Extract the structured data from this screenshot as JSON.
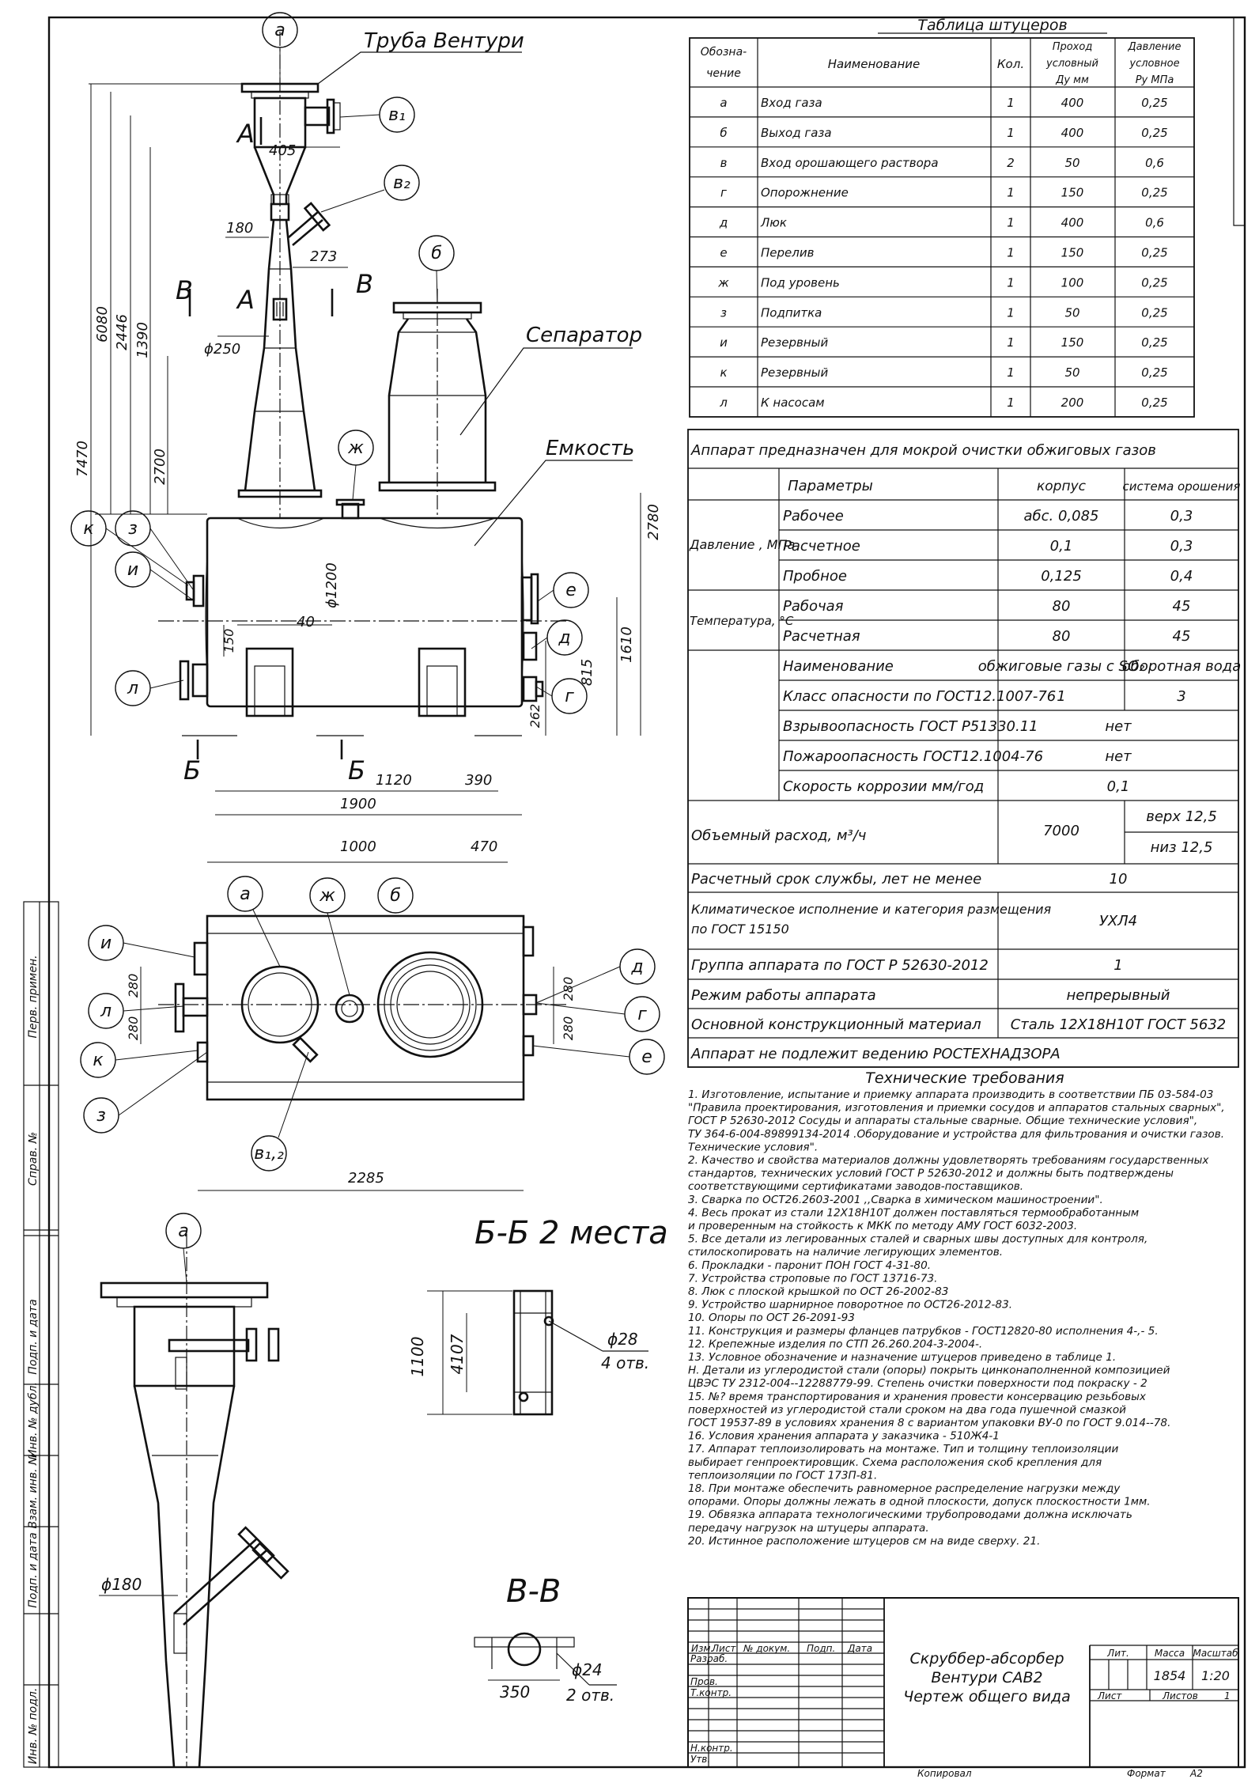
{
  "fittings_table": {
    "title": "Таблица штуцеров",
    "headers": {
      "designation": "Обозна-\nчение",
      "name": "Наименование",
      "qty": "Кол.",
      "dn": "Проход\nусловный\nДу мм",
      "pn": "Давление\nусловное\nРу МПа"
    },
    "rows": [
      {
        "d": "а",
        "name": "Вход газа",
        "qty": "1",
        "dn": "400",
        "pn": "0,25"
      },
      {
        "d": "б",
        "name": "Выход газа",
        "qty": "1",
        "dn": "400",
        "pn": "0,25"
      },
      {
        "d": "в",
        "name": "Вход орошающего раствора",
        "qty": "2",
        "dn": "50",
        "pn": "0,6"
      },
      {
        "d": "г",
        "name": "Опорожнение",
        "qty": "1",
        "dn": "150",
        "pn": "0,25"
      },
      {
        "d": "д",
        "name": "Люк",
        "qty": "1",
        "dn": "400",
        "pn": "0,6"
      },
      {
        "d": "е",
        "name": "Перелив",
        "qty": "1",
        "dn": "150",
        "pn": "0,25"
      },
      {
        "d": "ж",
        "name": "Под уровень",
        "qty": "1",
        "dn": "100",
        "pn": "0,25"
      },
      {
        "d": "з",
        "name": "Подпитка",
        "qty": "1",
        "dn": "50",
        "pn": "0,25"
      },
      {
        "d": "и",
        "name": "Резервный",
        "qty": "1",
        "dn": "150",
        "pn": "0,25"
      },
      {
        "d": "к",
        "name": "Резервный",
        "qty": "1",
        "dn": "50",
        "pn": "0,25"
      },
      {
        "d": "л",
        "name": "К насосам",
        "qty": "1",
        "dn": "200",
        "pn": "0,25"
      }
    ]
  },
  "params_table": {
    "purpose": "Аппарат предназначен для мокрой очистки обжиговых газов",
    "h_params": "Параметры",
    "h_body": "корпус",
    "h_irrig": "система орошения",
    "pressure_label": "Давление , МПа",
    "pressure_rows": [
      {
        "name": "Рабочее",
        "body": "абс. 0,085",
        "irrig": "0,3"
      },
      {
        "name": "Расчетное",
        "body": "0,1",
        "irrig": "0,3"
      },
      {
        "name": "Пробное",
        "body": "0,125",
        "irrig": "0,4"
      }
    ],
    "temp_label": "Температура, °С",
    "temp_rows": [
      {
        "name": "Рабочая",
        "body": "80",
        "irrig": "45"
      },
      {
        "name": "Расчетная",
        "body": "80",
        "irrig": "45"
      }
    ],
    "medium_rows": [
      {
        "name": "Наименование",
        "body": "обжиговые газы с SO₂",
        "irrig": "оборотная вода"
      },
      {
        "name": "Класс опасности по ГОСТ12.1007-76",
        "body": "1",
        "irrig": "3"
      }
    ],
    "medium_merged": [
      {
        "name": "Взрывоопасность ГОСТ Р51330.11",
        "value": "нет"
      },
      {
        "name": "Пожароопасность ГОСТ12.1004-76",
        "value": "нет"
      },
      {
        "name": "Скорость коррозии мм/год",
        "value": "0,1"
      }
    ],
    "volume_label": "Объемный расход, м³/ч",
    "volume_value": "7000",
    "volume_top": "верх 12,5",
    "volume_bottom": "низ 12,5",
    "life_label": "Расчетный срок службы, лет не менее",
    "life_value": "10",
    "climate_label": "Климатическое исполнение и категория размещения по ГОСТ 15150",
    "climate_value": "УХЛ4",
    "group_label": "Группа аппарата по ГОСТ Р 52630-2012",
    "group_value": "1",
    "mode_label": "Режим работы аппарата",
    "mode_value": "непрерывный",
    "material_label": "Основной конструкционный материал",
    "material_value": "Сталь 12Х18Н10Т ГОСТ 5632",
    "rostech": "Аппарат не подлежит ведению РОСТЕХНАДЗОРА"
  },
  "requirements": {
    "title": "Технические требования",
    "lines": [
      "1.  Изготовление, испытание и приемку аппарата производить в соответствии ПБ 03-584-03",
      "\"Правила проектирования, изготовления и приемки сосудов и  аппаратов стальных сварных\",",
      "ГОСТ Р 52630-2012 Сосуды и аппараты стальные сварные. Общие технические условия\",",
      "ТУ 364-6-004-89899134-2014 .Оборудование и устройства для фильтрования и очистки газов.",
      "Технические условия\".",
      "2.   Качество и свойства материалов должны удовлетворять требованиям  государственных",
      "стандартов, технических условий ГОСТ Р 52630-2012 и  должны быть подтверждены",
      "соответствующими сертификатами заводов-поставщиков.",
      "3.   Сварка по ОСТ26.2603-2001 ,,Сварка в химическом машиностроении\".",
      "4. Весь прокат из стали 12Х18Н10Т должен поставляться термообработанным",
      " и проверенным на стойкость к МКК по методу АМУ ГОСТ 6032-2003.",
      "5.    Все детали из легированных сталей и сварных швы доступных для контроля,",
      "стилоскопировать на наличие легирующих элементов.",
      "6.   Прокладки - паронит ПОН ГОСТ 4-31-80.",
      "7.   Устройства строповые по ГОСТ 13716-73.",
      "8.   Люк с плоской крышкой по ОСТ 26-2002-83",
      "9.   Устройство шарнирное поворотное по ОСТ26-2012-83.",
      "10.   Опоры по ОСТ 26-2091-93",
      "11.  Конструкция и размеры фланцев патрубков - ГОСТ12820-80 исполнения 4-,- 5.",
      "12.   Крепежные изделия по СТП 26.260.204-3-2004-.",
      "13.   Условное обозначение и назначение штуцеров приведено в таблице 1.",
      "Н.  Детали из углеродистой стали (опоры) покрыть цинконаполненной композицией",
      "ЦВЭС ТУ 2312-004--12288779-99. Степень очистки поверхности под покраску - 2",
      "15.   №? время транспортирования и хранения провести консервацию резьбовых",
      " поверхностей из углеродистой стали сроком на два года пушечной смазкой",
      "ГОСТ 19537-89 в условиях хранения 8 с вариантом упаковки ВУ-0 по ГОСТ 9.014--78.",
      "16.     Условия хранения аппарата у заказчика - 510Ж4-1",
      "17.   Аппарат теплоизолировать на монтаже. Тип и толщину теплоизоляции",
      "выбирает генпроектировщик. Схема расположения скоб крепления для",
      "теплоизоляции по ГОСТ 173П-81.",
      "18.    При монтаже обеспечить равномерное распределение нагрузки между",
      " опорами. Опоры должны лежать в одной плоскости, допуск плоскостности 1мм.",
      "19.    Обвязка аппарата технологическими трубопроводами должна исключать",
      "передачу нагрузок на штуцеры аппарата.",
      "20.   Истинное расположение штуцеров см на виде сверху. 21."
    ]
  },
  "title_block": {
    "line1": "Скруббер-абсорбер",
    "line2": "Вентури САВ2",
    "line3": "Чертеж общего вида",
    "h_lit": "Лит.",
    "h_mass": "Масса",
    "h_scale": "Масштаб",
    "mass": "1854",
    "scale": "1:20",
    "sheet": "Лист",
    "sheets": "Листов",
    "sheets_value": "1",
    "h_izm": "Изм.",
    "h_list": "Лист",
    "h_doc": "№ докум.",
    "h_sign": "Подп.",
    "h_date": "Дата",
    "r_razrab": "Разраб.",
    "r_prov": "Пров.",
    "r_tkontr": "Т.контр.",
    "r_nkontr": "Н.контр.",
    "r_utv": "Утв.",
    "copied": "Копировал",
    "format_label": "Формат",
    "format_value": "А2"
  },
  "left_margin": {
    "perv": "Перв. примен.",
    "sprav": "Справ. №",
    "podp_data1": "Подп. и дата",
    "inv_dubl": "Инв. № дубл.",
    "vzam": "Взам. инв. №",
    "podp_data2": "Подп. и дата",
    "inv_podl": "Инв. № подл."
  },
  "drawing_labels": {
    "venturi": "Труба Вентури",
    "separator": "Сепаратор",
    "tank": "Емкость",
    "section_bb": "Б-Б 2 места",
    "section_vv": "В-В",
    "letter_A": "А",
    "letter_B": "Б",
    "letter_V": "В"
  },
  "dimensions": {
    "d7470": "7470",
    "d6080": "6080",
    "d2446": "2446",
    "d1390": "1390",
    "d2700": "2700",
    "d405": "405",
    "d180": "180",
    "d273": "273",
    "d250": "ϕ250",
    "d2780": "2780",
    "d1200": "ϕ1200",
    "d40": "40",
    "d150": "150",
    "d1610": "1610",
    "d815": "815",
    "d262": "262",
    "d1120": "1120",
    "d390": "390",
    "d1900": "1900",
    "d1000": "1000",
    "d470": "470",
    "d280": "280",
    "d2285": "2285",
    "d1100": "1100",
    "d4107": "4107",
    "d28": "ϕ28",
    "holes4": "4 отв.",
    "d24": "ϕ24",
    "holes2": "2 отв.",
    "d350": "350",
    "dphi180": "ϕ180"
  },
  "callouts": {
    "a": "а",
    "b": "б",
    "v1": "в₁",
    "v2": "в₂",
    "v12": "в₁,₂",
    "g": "г",
    "d": "д",
    "e": "е",
    "zh": "ж",
    "z": "з",
    "i": "и",
    "k": "к",
    "l": "л"
  }
}
